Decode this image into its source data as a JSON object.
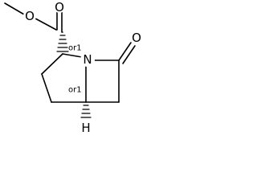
{
  "atoms": {
    "ester_o_single": "O",
    "ester_o_double": "O",
    "ring_n": "N",
    "lactam_o": "O",
    "bridgehead_h": "H"
  },
  "stereo_labels": {
    "c2": "or1",
    "c5": "or1"
  }
}
